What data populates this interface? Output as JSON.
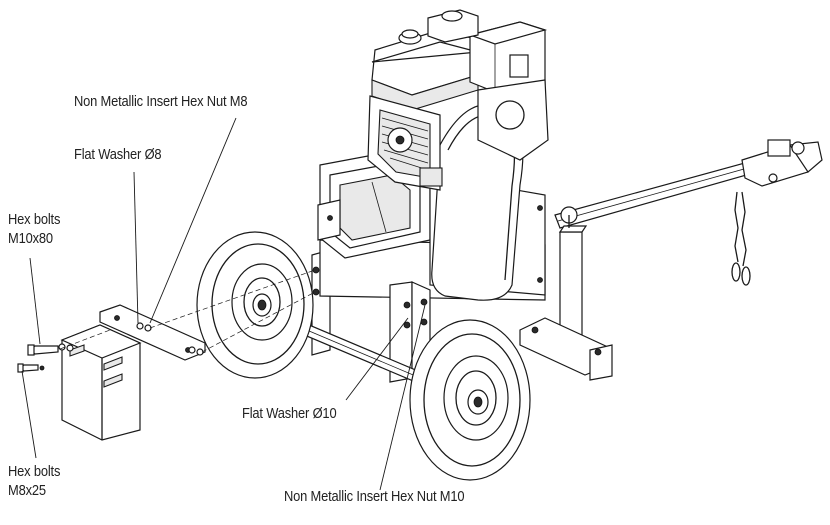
{
  "labels": {
    "nut_m8": "Non Metallic Insert Hex Nut M8",
    "washer_8": "Flat Washer Ø8",
    "hex_m10_line1": "Hex bolts",
    "hex_m10_line2": "M10x80",
    "washer_10": "Flat Washer Ø10",
    "hex_m8_line1": "Hex bolts",
    "hex_m8_line2": "M8x25",
    "nut_m10": "Non Metallic Insert Hex Nut M10"
  }
}
